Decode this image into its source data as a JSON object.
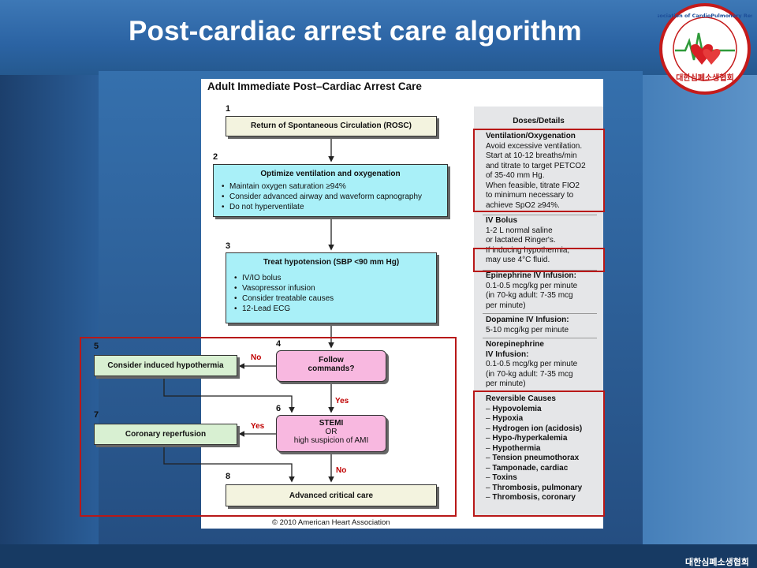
{
  "slide": {
    "title": "Post-cardiac arrest care algorithm",
    "footer": "대한심폐소생협회",
    "logo_text": "Korean Association of CardioPulmonary Resuscitation",
    "logo_korean": "대한심폐소생협회"
  },
  "figure": {
    "heading": "Adult Immediate Post–Cardiac Arrest Care",
    "copyright": "© 2010 American Heart Association",
    "steps": [
      {
        "num": "1",
        "title": "Return of Spontaneous Circulation (ROSC)"
      },
      {
        "num": "2",
        "title": "Optimize ventilation and oxygenation",
        "items": [
          "Maintain oxygen saturation ≥94%",
          "Consider advanced airway and waveform capnography",
          "Do not hyperventilate"
        ]
      },
      {
        "num": "3",
        "title": "Treat hypotension (SBP <90 mm Hg)",
        "items": [
          "IV/IO bolus",
          "Vasopressor infusion",
          "Consider treatable causes",
          "12-Lead ECG"
        ]
      },
      {
        "num": "4",
        "title_line1": "Follow",
        "title_line2": "commands?"
      },
      {
        "num": "5",
        "title": "Consider induced hypothermia"
      },
      {
        "num": "6",
        "line1": "STEMI",
        "line2": "OR",
        "line3": "high suspicion of AMI"
      },
      {
        "num": "7",
        "title": "Coronary reperfusion"
      },
      {
        "num": "8",
        "title": "Advanced critical care"
      }
    ],
    "labels": {
      "no_4": "No",
      "yes_4": "Yes",
      "yes_6": "Yes",
      "no_6": "No"
    }
  },
  "doses": {
    "heading": "Doses/Details",
    "ventilation_title": "Ventilation/Oxygenation",
    "ventilation_lines": [
      "Avoid excessive ventilation.",
      "Start at 10-12 breaths/min",
      "and titrate to target PETCO2",
      "of 35-40 mm Hg.",
      "When feasible, titrate FIO2",
      "to minimum necessary to",
      "achieve SpO2 ≥94%."
    ],
    "ivbolus_title": "IV Bolus",
    "ivbolus_lines": [
      "1-2 L normal saline",
      "or lactated Ringer's.",
      "If inducing hypothermia,",
      "may use 4°C fluid."
    ],
    "epi_title": "Epinephrine IV Infusion:",
    "epi_lines": [
      "0.1-0.5 mcg/kg per minute",
      "(in 70-kg adult: 7-35 mcg",
      "per minute)"
    ],
    "dopa_title": "Dopamine IV Infusion:",
    "dopa_lines": [
      "5-10 mcg/kg per minute"
    ],
    "norepi_title1": "Norepinephrine",
    "norepi_title2": "IV Infusion:",
    "norepi_lines": [
      "0.1-0.5 mcg/kg per minute",
      "(in 70-kg adult: 7-35 mcg",
      "per minute)"
    ],
    "causes_title": "Reversible Causes",
    "causes": [
      "Hypovolemia",
      "Hypoxia",
      "Hydrogen ion (acidosis)",
      "Hypo-/hyperkalemia",
      "Hypothermia",
      "Tension pneumothorax",
      "Tamponade, cardiac",
      "Toxins",
      "Thrombosis, pulmonary",
      "Thrombosis, coronary"
    ]
  }
}
